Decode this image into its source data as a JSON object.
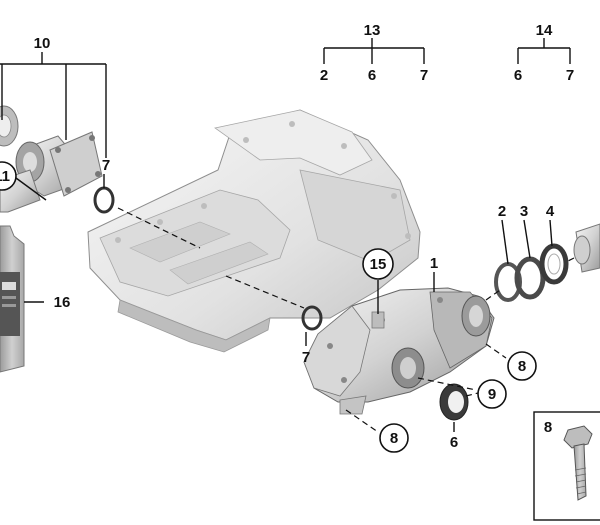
{
  "diagram": {
    "callouts": {
      "c10": "10",
      "c13": "13",
      "c13a": "2",
      "c13b": "6",
      "c13c": "7",
      "c14": "14",
      "c14a": "6",
      "c14b": "7",
      "c7_top": "7",
      "c11": "11",
      "c2": "2",
      "c3": "3",
      "c4": "4",
      "c15": "15",
      "c1": "1",
      "c16": "16",
      "c7_mid": "7",
      "c8_right": "8",
      "c9": "9",
      "c8_bottom": "8",
      "c6": "6",
      "c8_box": "8"
    },
    "colors": {
      "part_light": "#e4e4e4",
      "part_mid": "#c9c9c9",
      "part_dark": "#8e8e8e",
      "seal_dark": "#3a3a3a",
      "line": "#111111"
    }
  }
}
